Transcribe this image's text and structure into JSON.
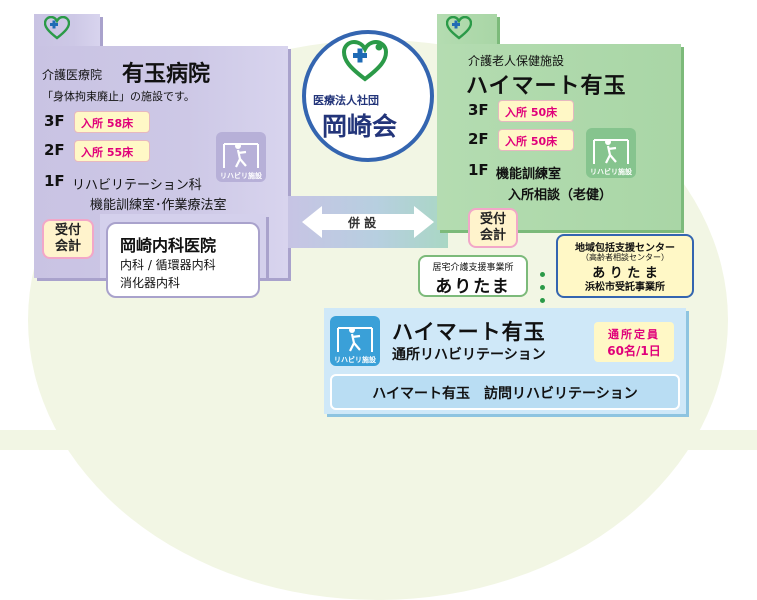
{
  "colors": {
    "lavender": "#cdc8e6",
    "green": "#a9d6a6",
    "blue": "#cfe8f8",
    "pink": "#e0007a",
    "dark_green": "#2b7a3a",
    "navy": "#23357a"
  },
  "logo": {
    "org_small": "医療法人社団",
    "org_big": "岡崎会"
  },
  "hospital": {
    "prefix": "介護医療院",
    "name": "有玉病院",
    "note": "「身体拘束廃止」の施設です。",
    "floors": [
      {
        "floor": "3F",
        "text": "入所 58床"
      },
      {
        "floor": "2F",
        "text": "入所 55床"
      },
      {
        "floor": "1F",
        "text": "リハビリテーション科"
      }
    ],
    "floor1_sub": "機能訓練室･作業療法室",
    "reception": [
      "受付",
      "会計"
    ],
    "rehab_icon_label": "リハビリ施設",
    "clinic": {
      "name": "岡崎内科医院",
      "dept1": "内科 / 循環器内科",
      "dept2": "消化器内科"
    }
  },
  "bridge": {
    "label": "併 設"
  },
  "roken": {
    "prefix": "介護老人保健施設",
    "name": "ハイマート有玉",
    "floors": [
      {
        "floor": "3F",
        "text": "入所 50床"
      },
      {
        "floor": "2F",
        "text": "入所 50床"
      },
      {
        "floor": "1F",
        "text": "機能訓練室"
      }
    ],
    "floor1_sub": "入所相談（老健）",
    "reception": [
      "受付",
      "会計"
    ],
    "rehab_icon_label": "リハビリ施設"
  },
  "care_office": {
    "title": "居宅介護支援事業所",
    "name": "ありたま"
  },
  "community_center": {
    "title": "地域包括支援センター",
    "sub": "（高齢者相談センター）",
    "name": "あ り た ま",
    "office": "浜松市受託事業所"
  },
  "day_rehab": {
    "name": "ハイマート有玉",
    "service": "通所リハビリテーション",
    "capacity_label": "通所定員",
    "capacity_value": "60名/1日",
    "rehab_icon_label": "リハビリ施設"
  },
  "visit_rehab": {
    "text": "ハイマート有玉　訪問リハビリテーション"
  }
}
